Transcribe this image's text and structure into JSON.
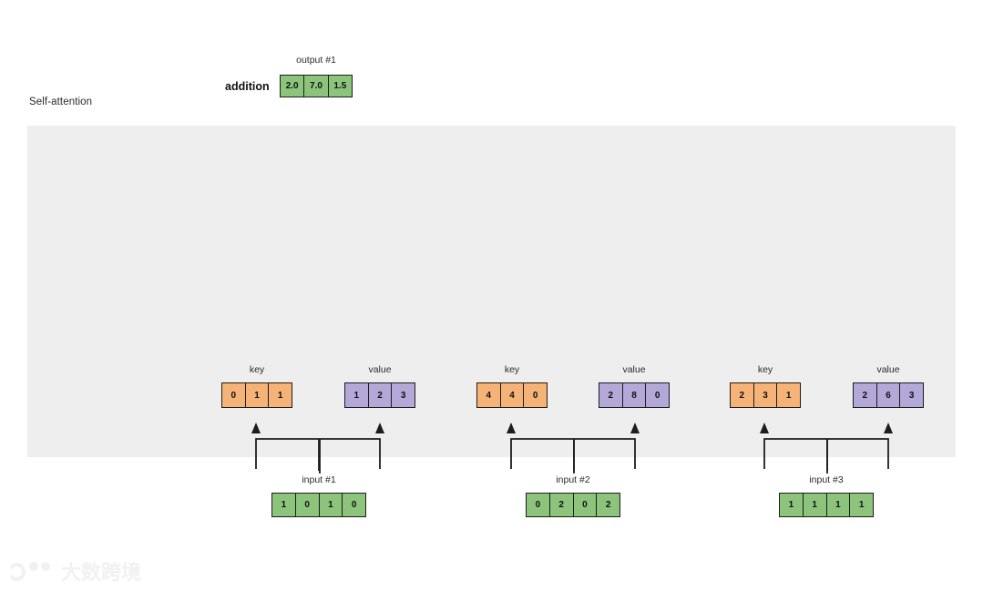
{
  "diagram": {
    "section_label": "Self-attention",
    "addition_label": "addition",
    "output": {
      "caption": "output #1",
      "values": [
        "2.0",
        "7.0",
        "1.5"
      ],
      "color": "#8cc47c"
    },
    "groups": [
      {
        "input_caption": "input #1",
        "input_values": [
          "1",
          "0",
          "1",
          "0"
        ],
        "key_caption": "key",
        "key_values": [
          "0",
          "1",
          "1"
        ],
        "value_caption": "value",
        "value_values": [
          "1",
          "2",
          "3"
        ]
      },
      {
        "input_caption": "input #2",
        "input_values": [
          "0",
          "2",
          "0",
          "2"
        ],
        "key_caption": "key",
        "key_values": [
          "4",
          "4",
          "0"
        ],
        "value_caption": "value",
        "value_values": [
          "2",
          "8",
          "0"
        ]
      },
      {
        "input_caption": "input #3",
        "input_values": [
          "1",
          "1",
          "1",
          "1"
        ],
        "key_caption": "key",
        "key_values": [
          "2",
          "3",
          "1"
        ],
        "value_caption": "value",
        "value_values": [
          "2",
          "6",
          "3"
        ]
      }
    ],
    "colors": {
      "input": "#8cc47c",
      "key": "#f5b378",
      "value": "#b3a8d8",
      "panel": "#eeeeee",
      "stroke": "#1d1d1d",
      "background": "#ffffff"
    },
    "watermark": {
      "text": "大数跨境",
      "color": "#f2f2f2"
    }
  }
}
